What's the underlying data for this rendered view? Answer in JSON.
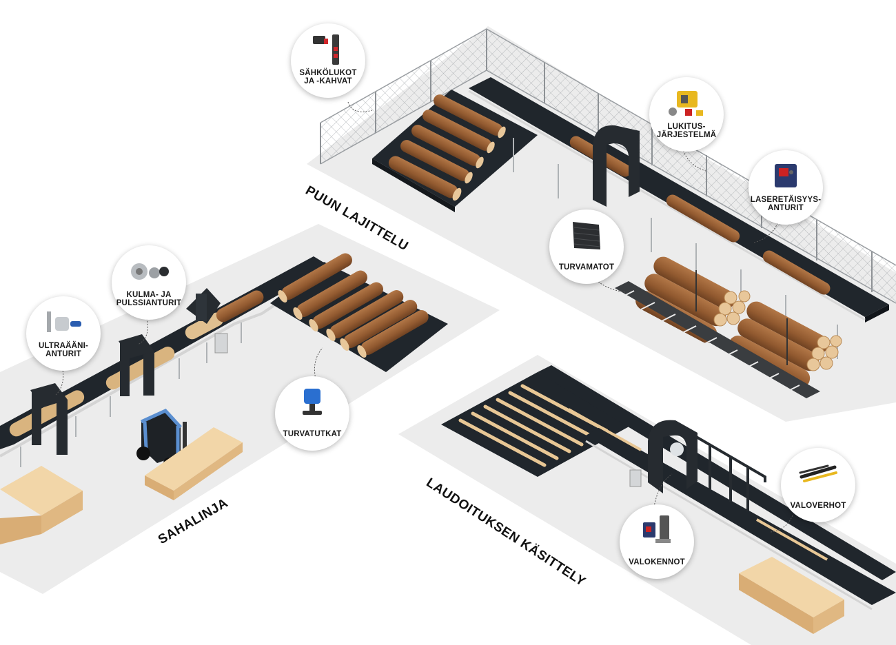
{
  "areas": {
    "log_sorting": "PUUN LAJITTELU",
    "sawline": "SAHALINJA",
    "board_handling": "LAUDOITUKSEN KÄSITTELY"
  },
  "callouts": {
    "electric_locks": {
      "label": "SÄHKÖLUKOT\nJA -KAHVAT",
      "icon": "door-lock-handle-icon"
    },
    "lockout": {
      "label": "LUKITUS-\nJÄRJESTELMÄ",
      "icon": "lockout-kit-icon"
    },
    "laser_distance": {
      "label": "LASERETÄISYYS-\nANTURIT",
      "icon": "laser-sensor-icon"
    },
    "safety_mats": {
      "label": "TURVAMATOT",
      "icon": "safety-mat-icon"
    },
    "angle_pulse": {
      "label": "KULMA- JA\nPULSSIANTURIT",
      "icon": "encoder-icon"
    },
    "ultrasonic": {
      "label": "ULTRAÄÄNI-\nANTURIT",
      "icon": "ultrasonic-sensor-icon"
    },
    "safety_radars": {
      "label": "TURVATUTKAT",
      "icon": "safety-radar-icon"
    },
    "light_curtains": {
      "label": "VALOVERHOT",
      "icon": "light-curtain-icon"
    },
    "photocells": {
      "label": "VALOKENNOT",
      "icon": "photoelectric-sensor-icon"
    }
  },
  "colors": {
    "floor": "#ececec",
    "conveyor": "#20262c",
    "roller": "#4a5259",
    "log": "#9c6438",
    "log_end": "#e8c79a",
    "board": "#e8c795",
    "fence": "#b5b8bb",
    "arch": "#262b30",
    "forklift": "#5b8fd0"
  }
}
